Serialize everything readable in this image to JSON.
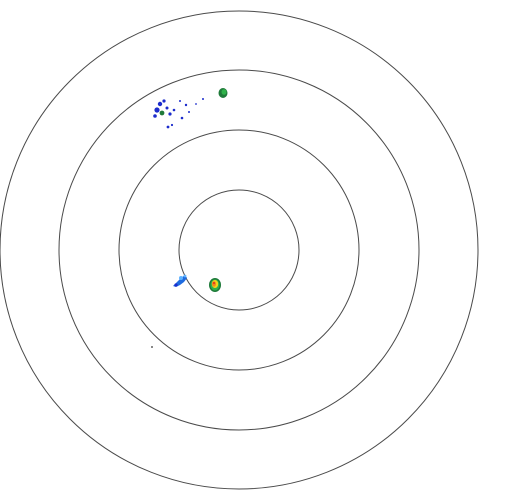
{
  "colors": {
    "background": "#ffffff",
    "range_ring": "#4a4a4a",
    "echo_dark_blue": "#1c2ccc",
    "echo_blue": "#1e6be0",
    "echo_light_blue": "#5fb3ff",
    "echo_dark_green": "#1f7a3a",
    "echo_green": "#2fb24a",
    "echo_yellow": "#f2d21b",
    "echo_orange": "#f08a1a",
    "echo_red": "#e23a1e",
    "speck": "#333333"
  },
  "radar": {
    "ring_count": 4,
    "echoes": [
      {
        "name": "echo-cluster-northwest",
        "intensity": "low"
      },
      {
        "name": "echo-cell-north",
        "intensity": "moderate"
      },
      {
        "name": "echo-cell-southwest",
        "intensity": "low-moderate"
      },
      {
        "name": "echo-cell-center",
        "intensity": "high"
      },
      {
        "name": "echo-speck-south",
        "intensity": "trace"
      }
    ]
  }
}
